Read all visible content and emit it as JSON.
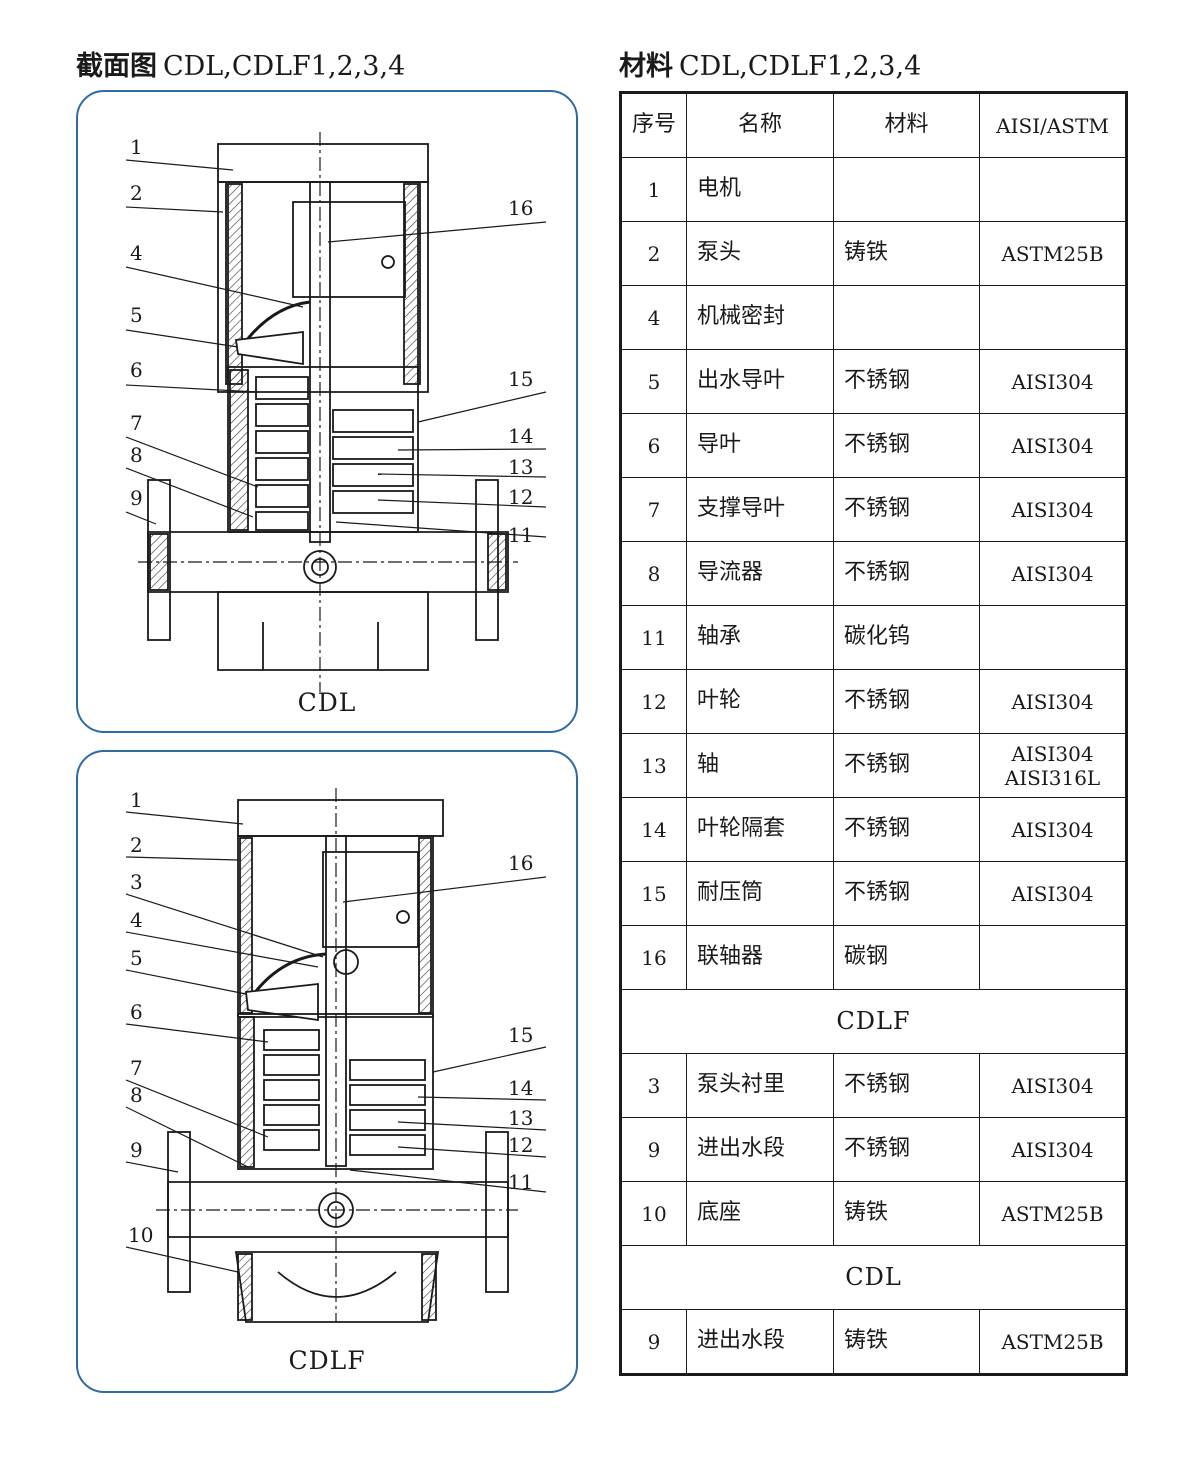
{
  "section_heading": {
    "bold": "截面图",
    "models": "CDL,CDLF1,2,3,4"
  },
  "materials_heading": {
    "bold": "材料",
    "models": "CDL,CDLF1,2,3,4"
  },
  "diagrams": {
    "cdl": {
      "caption": "CDL",
      "labels": [
        "1",
        "2",
        "4",
        "5",
        "6",
        "7",
        "8",
        "9",
        "16",
        "15",
        "14",
        "13",
        "12",
        "11"
      ]
    },
    "cdlf": {
      "caption": "CDLF",
      "labels": [
        "1",
        "2",
        "3",
        "4",
        "5",
        "6",
        "7",
        "8",
        "9",
        "10",
        "16",
        "15",
        "14",
        "13",
        "12",
        "11"
      ]
    }
  },
  "table": {
    "headers": [
      "序号",
      "名称",
      "材料",
      "AISI/ASTM"
    ],
    "rows": [
      {
        "no": "1",
        "name": "电机",
        "material": "",
        "std": ""
      },
      {
        "no": "2",
        "name": "泵头",
        "material": "铸铁",
        "std": "ASTM25B"
      },
      {
        "no": "4",
        "name": "机械密封",
        "material": "",
        "std": ""
      },
      {
        "no": "5",
        "name": "出水导叶",
        "material": "不锈钢",
        "std": "AISI304"
      },
      {
        "no": "6",
        "name": "导叶",
        "material": "不锈钢",
        "std": "AISI304"
      },
      {
        "no": "7",
        "name": "支撑导叶",
        "material": "不锈钢",
        "std": "AISI304"
      },
      {
        "no": "8",
        "name": "导流器",
        "material": "不锈钢",
        "std": "AISI304"
      },
      {
        "no": "11",
        "name": "轴承",
        "material": "碳化钨",
        "std": ""
      },
      {
        "no": "12",
        "name": "叶轮",
        "material": "不锈钢",
        "std": "AISI304"
      },
      {
        "no": "13",
        "name": "轴",
        "material": "不锈钢",
        "std": "AISI304",
        "std2": "AISI316L"
      },
      {
        "no": "14",
        "name": "叶轮隔套",
        "material": "不锈钢",
        "std": "AISI304"
      },
      {
        "no": "15",
        "name": "耐压筒",
        "material": "不锈钢",
        "std": "AISI304"
      },
      {
        "no": "16",
        "name": "联轴器",
        "material": "碳钢",
        "std": ""
      }
    ],
    "cdlf_title": "CDLF",
    "cdlf_rows": [
      {
        "no": "3",
        "name": "泵头衬里",
        "material": "不锈钢",
        "std": "AISI304"
      },
      {
        "no": "9",
        "name": "进出水段",
        "material": "不锈钢",
        "std": "AISI304"
      },
      {
        "no": "10",
        "name": "底座",
        "material": "铸铁",
        "std": "ASTM25B"
      }
    ],
    "cdl_title": "CDL",
    "cdl_rows": [
      {
        "no": "9",
        "name": "进出水段",
        "material": "铸铁",
        "std": "ASTM25B"
      }
    ]
  }
}
